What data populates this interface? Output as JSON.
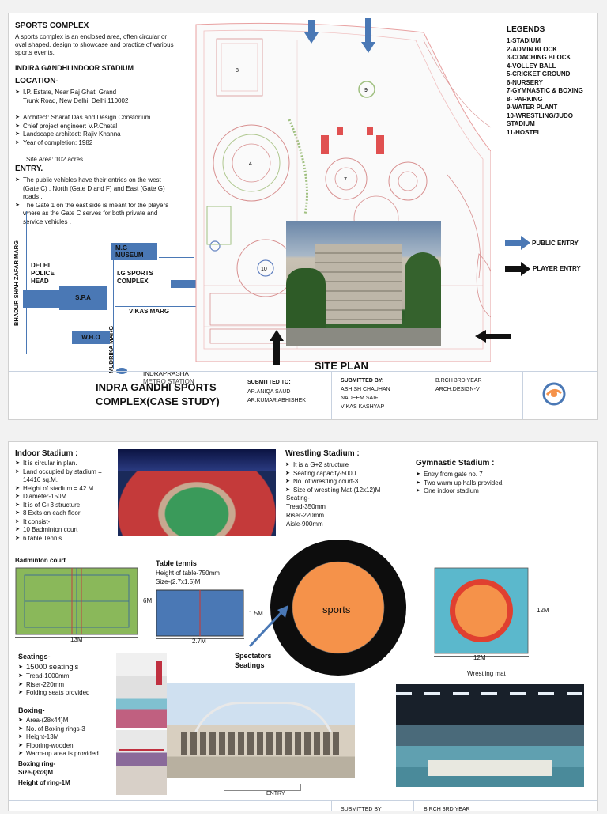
{
  "sheet1": {
    "title": "SPORTS COMPLEX",
    "intro": "A sports complex is an enclosed area, often circular or oval shaped, design to showcase and practice of various sports events.",
    "subtitle": "INDIRA GANDHI INDOOR STADIUM",
    "location_heading": "LOCATION-",
    "location_items": [
      "I.P. Estate, Near Raj Ghat, Grand Trunk Road, New Delhi, Delhi 110002"
    ],
    "info_items": [
      "Architect: Sharat Das and Design Constorium",
      "Chief project engineer: V.P.Chetal",
      "Landscape architect: Rajiv Khanna",
      "Year of completion: 1982"
    ],
    "site_area": "Site Area: 102 acres",
    "entry_heading": "ENTRY.",
    "entry_items": [
      "The public vehicles have their entries on the west (Gate C) , North (Gate D and F) and East (Gate G) roads .",
      "The Gate 1 on the east side is meant for the players where as the Gate C serves for both private and service vehicles ."
    ],
    "map": {
      "bhadur_road": "BHADUR SHAH ZAFAR MARG",
      "mg_museum": "M.G MUSEUM",
      "ig_complex": "I.G SPORTS COMPLEX",
      "delhi_police": "DELHI POLICE HEAD",
      "spa": "S.P.A",
      "vikas_marg": "VIKAS MARG",
      "who": "W.H.O",
      "mudrika": "MUDRIKA MARG",
      "indraprasha": "INDRAPRASHA",
      "indraprasha2": "METRO STATION"
    },
    "legends_heading": "LEGENDS",
    "legends": [
      "1-STADIUM",
      "2-ADMIN BLOCK",
      "3-COACHING BLOCK",
      "4-VOLLEY BALL",
      "5-CRICKET GROUND",
      "6-NURSERY",
      "7-GYMNASTIC & BOXING",
      "8- PARKING",
      "9-WATER PLANT",
      "10-WRESTLING/JUDO STADIUM",
      "11-HOSTEL"
    ],
    "public_entry": "PUBLIC ENTRY",
    "player_entry": "PLAYER ENTRY",
    "site_plan": "SITE PLAN",
    "site_numbers": [
      "4",
      "7",
      "8",
      "9",
      "10"
    ],
    "title_block": {
      "project": "INDRA GANDHI SPORTS COMPLEX(CASE STUDY)",
      "submitted_to_label": "SUBMITTED TO:",
      "submitted_to": [
        "AR.ANIQA SAUD",
        "AR.KUMAR ABHISHEK"
      ],
      "submitted_by_label": "SUBMITTED BY:",
      "submitted_by": [
        "ASHISH CHAUHAN",
        "NADEEM SAIFI",
        "VIKAS KASHYAP"
      ],
      "course": "B.RCH 3RD YEAR",
      "subject": "ARCH.DESIGN-V"
    }
  },
  "sheet2": {
    "indoor_heading": "Indoor Stadium :",
    "indoor_items": [
      "It is circular in plan.",
      "Land occupied by stadium = 14416 sq.M.",
      "Height of stadium = 42 M.",
      "Diameter-150M",
      "It is of G+3 structure",
      "8 Exits on each floor",
      "It consist-",
      "10 Badminton court",
      "6 table Tennis"
    ],
    "wrestling_heading": "Wrestling Stadium :",
    "wrestling_items": [
      "It is a G+2 structure",
      "Seating capacity-5000",
      "No. of wrestling court-3.",
      "Size of wrestling Mat-(12x12)M"
    ],
    "wrestling_seating": [
      "Seating-",
      "Tread-350mm",
      "Riser-220mm",
      "Aisle-900mm"
    ],
    "gym_heading": "Gymnastic Stadium :",
    "gym_items": [
      "Entry from gate no. 7",
      "Two warm up halls provided.",
      "One indoor stadium"
    ],
    "badminton_label": "Badminton court",
    "badminton_w": "13M",
    "badminton_h": "6M",
    "tt_label": "Table tennis",
    "tt_height": "Height of table-750mm",
    "tt_size": "Size-(2.7x1.5)M",
    "tt_w": "2.7M",
    "tt_h": "1.5M",
    "sports_label": "sports",
    "spectators": [
      "Spectators",
      "Seatings"
    ],
    "mat_w": "12M",
    "mat_h": "12M",
    "mat_label": "Wrestling mat",
    "seatings_heading": "Seatings-",
    "seatings_items": [
      "15000 seating's",
      "Tread-1000mm",
      "Riser-220mm",
      "Folding seats provided"
    ],
    "boxing_heading": "Boxing-",
    "boxing_items": [
      "Area-(28x44)M",
      "No. of Boxing rings-3",
      "Height-13M",
      "Flooring-wooden",
      "Warm-up area is provided"
    ],
    "boxing_ring": [
      "Boxing ring-",
      "Size-(8x8)M",
      "Height of ring-1M"
    ],
    "entry_label": "ENTRY",
    "footer_submitted": "SUBMITTED BY",
    "footer_course": "B.RCH 3RD YEAR"
  },
  "colors": {
    "accent_blue": "#4a78b5",
    "court_green": "#8ab85a",
    "orange": "#f5924a",
    "mat_teal": "#5bb8cc"
  }
}
